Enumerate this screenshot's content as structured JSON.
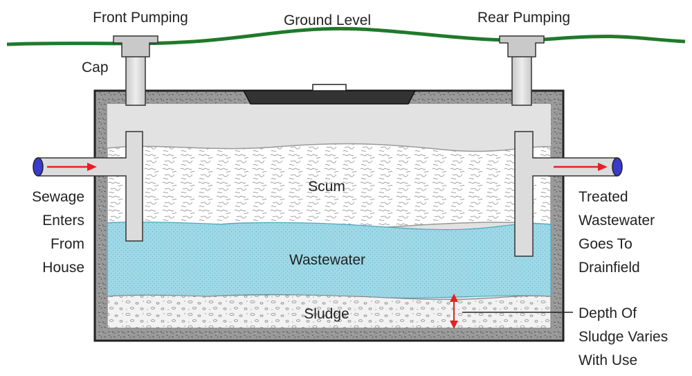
{
  "labels": {
    "front_pumping": "Front Pumping",
    "ground_level": "Ground Level",
    "rear_pumping": "Rear Pumping",
    "cap": "Cap",
    "scum": "Scum",
    "wastewater": "Wastewater",
    "sludge": "Sludge",
    "sewage_in": [
      "Sewage",
      "Enters",
      "From",
      "House"
    ],
    "treated_out": [
      "Treated",
      "Wastewater",
      "Goes To",
      "Drainfield"
    ],
    "sludge_depth": [
      "Depth Of",
      "Sludge Varies",
      "With Use"
    ]
  },
  "colors": {
    "ground_line": "#1f7a2a",
    "tank_wall": "#9a9a9a",
    "wastewater": "#9fd8e6",
    "scum": "#ffffff",
    "sludge": "#eeeeee",
    "pipe": "#dcdcdc",
    "flow_arrow": "#e32222",
    "pipe_end": "#3a3acc",
    "lid": "#333333"
  }
}
